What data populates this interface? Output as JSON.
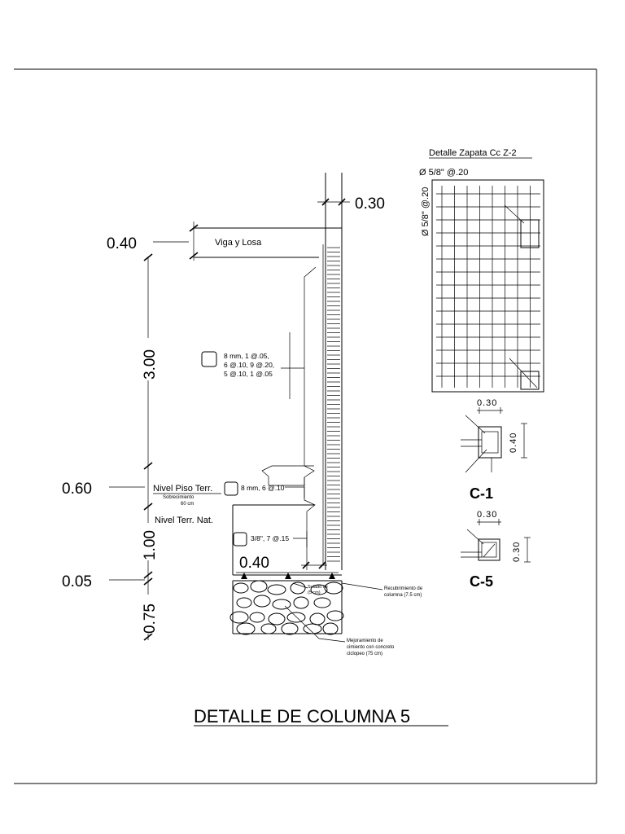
{
  "title": "DETALLE DE COLUMNA 5",
  "elevation": {
    "dim_column_width": "0.30",
    "dim_beam": "0.40",
    "label_beam": "Viga y Losa",
    "dim_height": "3.00",
    "stirrups_main": [
      "8 mm, 1 @.05,",
      "6 @.10, 9 @.20,",
      "5 @.10, 1 @.05"
    ],
    "dim_overcimiento": "0.60",
    "label_floor": "Nivel Piso Terr.",
    "stirrups_over": "8 mm, 6 @.10",
    "sobrecimiento": [
      "Sobrecimiento",
      "60 cm"
    ],
    "label_ground": "Nivel Terr. Nat.",
    "dim_foundation": "1.00",
    "stirrups_foot": "3/8\", 7 @.15",
    "dim_footing_width": "0.40",
    "dim_solado": "0.05",
    "dim_improvement": "0.75",
    "solado": [
      "Solado de",
      "(5 cm)"
    ],
    "recubrimiento": [
      "Recubrimiento de",
      "columna (7.5 cm)"
    ],
    "mejoramiento": [
      "Mejoramiento de",
      "cimiento con concreto",
      "ciclopeo (75 cm)"
    ]
  },
  "footing": {
    "title": "Detalle Zapata Cc Z-2",
    "bar_h": "Ø 5/8\" @.20",
    "bar_v": "Ø 5/8\" @.20"
  },
  "sections": [
    {
      "name": "C-1",
      "width": "0.30",
      "depth": "0.40"
    },
    {
      "name": "C-5",
      "width": "0.30",
      "depth": "0.30"
    }
  ]
}
